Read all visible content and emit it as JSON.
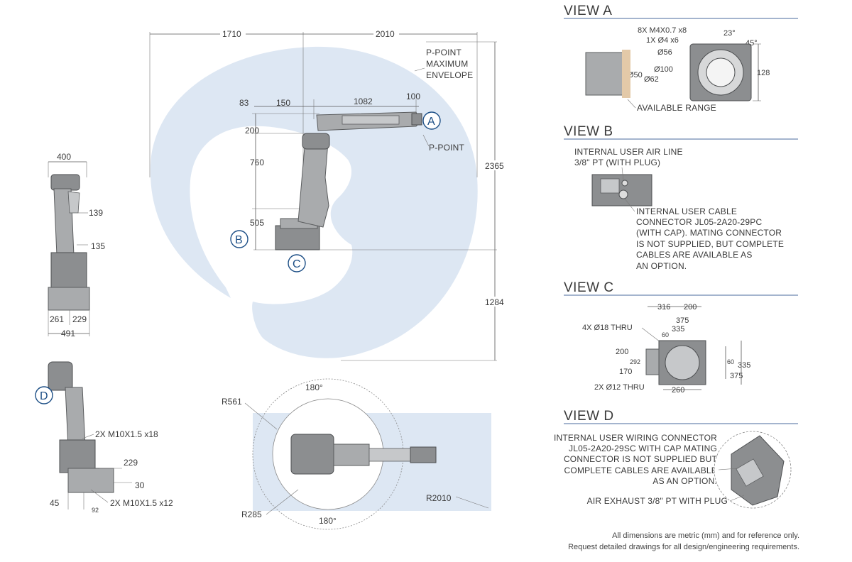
{
  "main_view": {
    "dims": {
      "left_reach": "1710",
      "right_reach": "2010",
      "d83": "83",
      "d150": "150",
      "d1082": "1082",
      "d100": "100",
      "d200": "200",
      "d760": "760",
      "d505": "505",
      "height_up": "2365",
      "height_down": "1284"
    },
    "envelope_label": [
      "P-POINT",
      "MAXIMUM",
      "ENVELOPE"
    ],
    "ppoint_label": "P-POINT",
    "markers": {
      "a": "A",
      "b": "B",
      "c": "C"
    }
  },
  "side_view": {
    "dims": {
      "width_top": "400",
      "d139": "139",
      "d135": "135",
      "d261": "261",
      "d229": "229",
      "d491": "491"
    }
  },
  "detail_view": {
    "marker_d": "D",
    "dims": {
      "m10_18": "2X M10X1.5 x18",
      "d229": "229",
      "d30": "30",
      "d45": "45",
      "d92": "92",
      "m10_12": "2X M10X1.5 x12"
    }
  },
  "top_view": {
    "dims": {
      "r561": "R561",
      "r285": "R285",
      "r2010": "R2010",
      "top180": "180°",
      "bottom180": "180°"
    }
  },
  "view_a": {
    "title": "VIEW A",
    "labels": {
      "m4": "8X M4X0.7  x8",
      "phi4": "1X Ø4 x6",
      "ang23": "23°",
      "ang45": "45°",
      "phi56": "Ø56",
      "phi100": "Ø100",
      "phi50": "Ø50",
      "phi62": "Ø62",
      "d128": "128",
      "range": "AVAILABLE RANGE"
    }
  },
  "view_b": {
    "title": "VIEW B",
    "air_line": [
      "INTERNAL USER AIR LINE",
      "3/8\" PT (WITH PLUG)"
    ],
    "cable": [
      "INTERNAL USER CABLE",
      "CONNECTOR JL05-2A20-29PC",
      "(WITH CAP). MATING CONNECTOR",
      "IS NOT SUPPLIED, BUT COMPLETE",
      "CABLES ARE AVAILABLE AS",
      "AN OPTION."
    ]
  },
  "view_c": {
    "title": "VIEW C",
    "labels": {
      "d316": "316",
      "d200t": "200",
      "d375t": "375",
      "d335t": "335",
      "d60t": "60",
      "thru18": "4X Ø18 THRU",
      "d200l": "200",
      "d292": "292",
      "d170": "170",
      "d60r": "60",
      "d335r": "335",
      "d375r": "375",
      "thru12": "2X Ø12 THRU",
      "d260": "260"
    }
  },
  "view_d": {
    "title": "VIEW D",
    "wiring": [
      "INTERNAL USER WIRING CONNECTOR",
      "JL05-2A20-29SC WITH CAP MATING",
      "CONNECTOR IS NOT SUPPLIED BUT",
      "COMPLETE CABLES ARE AVAILABLE",
      "AS AN OPTION."
    ],
    "exhaust": "AIR EXHAUST 3/8\" PT WITH PLUG"
  },
  "disclaimer": [
    "All dimensions are metric (mm) and for reference only.",
    "Request detailed drawings for all design/engineering requirements."
  ],
  "colors": {
    "envelope": "#dde7f3",
    "accent": "#1d4f86",
    "title_rule": "#6d87b0",
    "robot": "#a9abad"
  }
}
